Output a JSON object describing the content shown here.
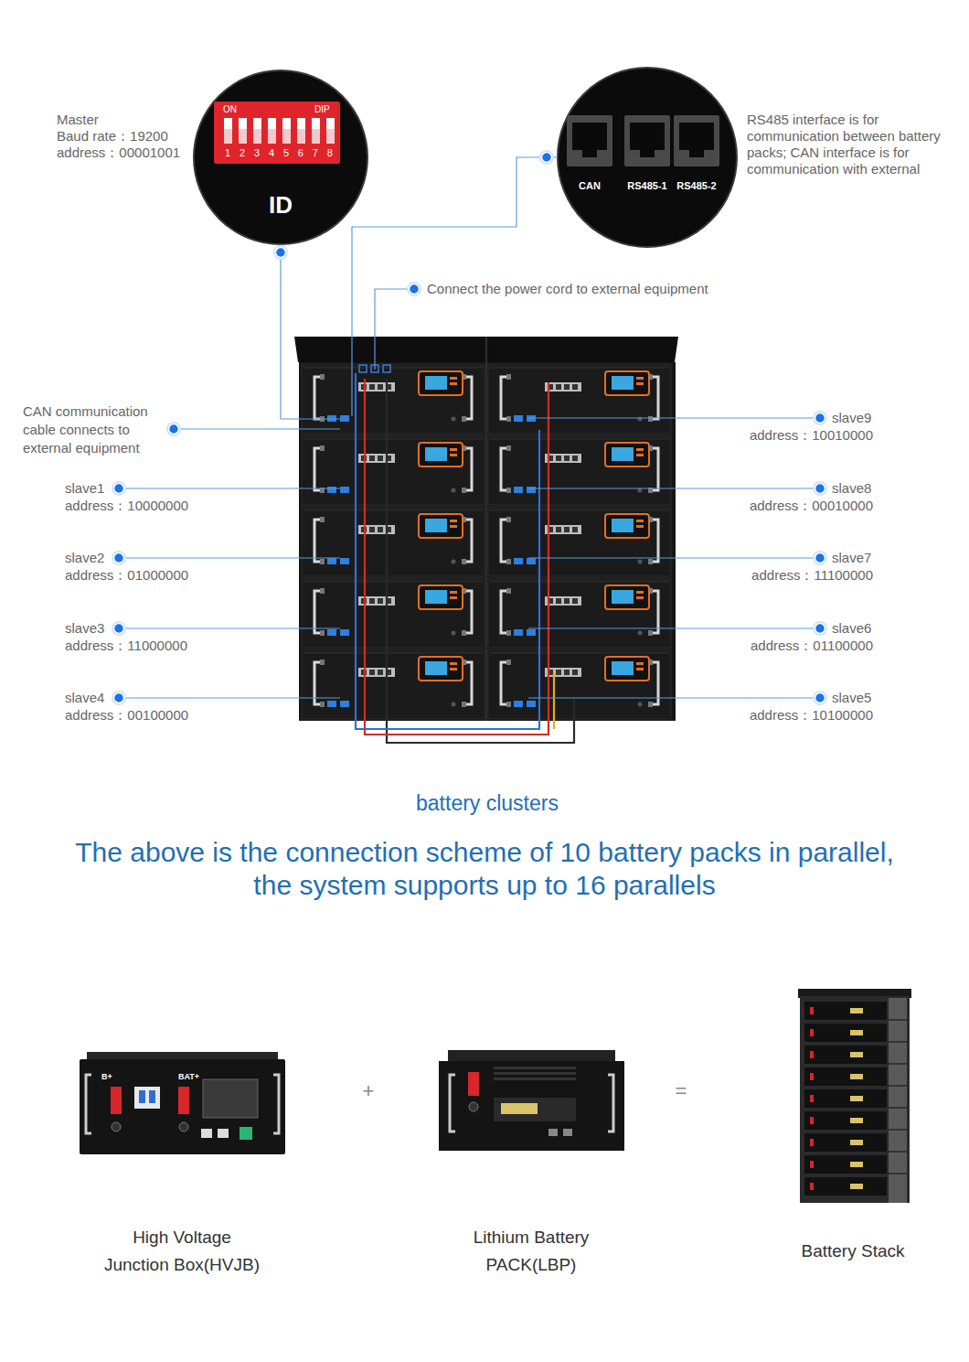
{
  "diagram": {
    "caption": "The above is the connection scheme of 10 battery packs in parallel, the system supports up to 16 parallels",
    "nodes": [
      {
        "text": [
          "ON",
          "DIP",
          "1 2 3 4 5 6 7 8",
          "ID"
        ]
      },
      {
        "text": [
          "CAN",
          "RS485-1",
          "RS485-2"
        ]
      },
      {
        "text": [
          "battery clusters"
        ]
      },
      {
        "text": [
          "B+",
          "BAT+",
          "High Voltage Junction Box(HVJB)"
        ]
      },
      {
        "text": [
          "Lithium Battery PACK(LBP)"
        ]
      },
      {
        "text": [
          "Battery Stack"
        ]
      }
    ],
    "edges": [
      {
        "from": 0,
        "to": 2,
        "arrow": "none"
      },
      {
        "from": 1,
        "to": 2,
        "arrow": "none"
      }
    ],
    "labels": [
      "Master",
      "Baud rate：19200",
      "address：00001001",
      "RS485 interface is for communication between battery packs; CAN interface is for communication with external",
      "Connect the power cord to external equipment",
      "CAN communication cable connects to external equipment",
      "slave9",
      "address：10010000",
      "slave1",
      "address：10000000",
      "slave8",
      "address：00010000",
      "slave2",
      "address：01000000",
      "slave7",
      "address：11100000",
      "slave3",
      "address：11000000",
      "slave6",
      "address：01100000",
      "slave4",
      "address：00100000",
      "slave5",
      "address：10100000",
      "+",
      "="
    ]
  }
}
